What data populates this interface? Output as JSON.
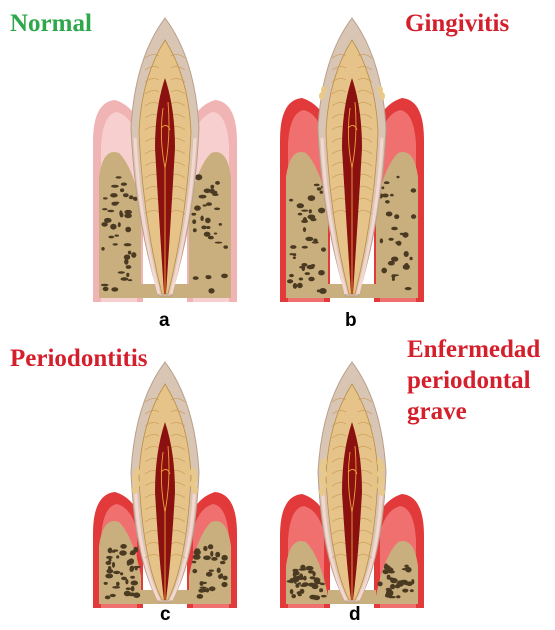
{
  "titles": {
    "normal": "Normal",
    "gingivitis": "Gingivitis",
    "periodontitis": "Periodontitis",
    "grave_line1": "Enfermedad",
    "grave_line2": "periodontal",
    "grave_line3": "grave"
  },
  "letters": {
    "a": "a",
    "b": "b",
    "c": "c",
    "d": "d"
  },
  "colors": {
    "green_title": "#2ea84a",
    "red_title": "#d4202c",
    "enamel": "#d9c5b4",
    "dentin": "#e6c489",
    "pulp": "#8b1010",
    "gum_healthy": "#f1b4b4",
    "gum_inflamed": "#e23a3a",
    "bone": "#c9ae7e",
    "bone_pores": "#4a3a22",
    "periodontal_ligament": "#f4d7d0"
  }
}
